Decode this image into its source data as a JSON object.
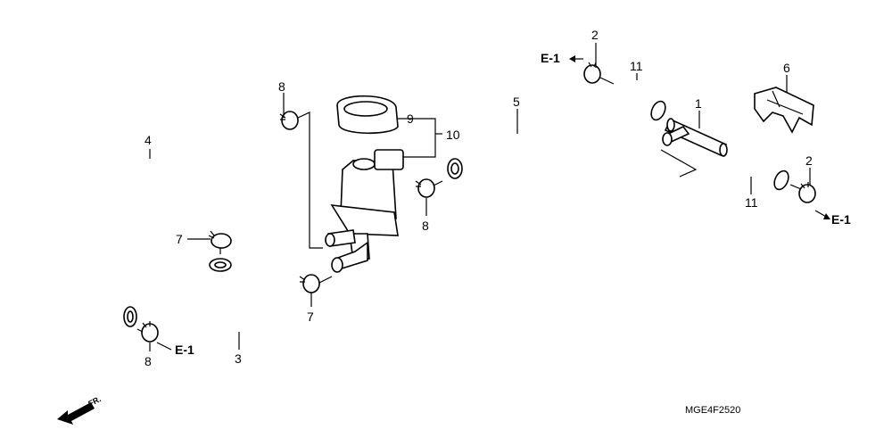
{
  "callouts": {
    "c1": "1",
    "c2a": "2",
    "c2b": "2",
    "c3": "3",
    "c4": "4",
    "c5": "5",
    "c6": "6",
    "c7a": "7",
    "c7b": "7",
    "c8a": "8",
    "c8b": "8",
    "c8c": "8",
    "c9": "9",
    "c10": "10",
    "c11a": "11",
    "c11b": "11"
  },
  "references": {
    "left": "E-1",
    "top": "E-1",
    "right": "E-1"
  },
  "front_marker": "FR.",
  "diagram_code": "MGE4F2520"
}
